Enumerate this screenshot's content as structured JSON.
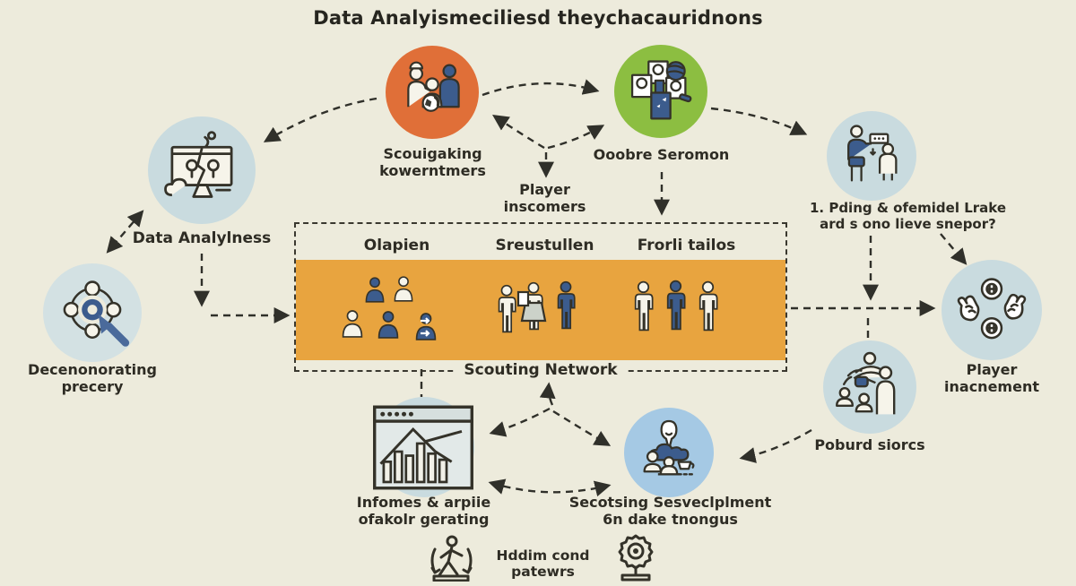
{
  "title": "Data Analyismeciliesd theychacauridnons",
  "nodes": {
    "data_analysis": {
      "label": "Data Analylness"
    },
    "targeting": {
      "line1": "Decenonorating",
      "line2": "precery"
    },
    "scouting_people": {
      "line1": "Scouigaking",
      "line2": "kowerntmers"
    },
    "observation": {
      "label": "Ooobre Seromon"
    },
    "player_inscomers": {
      "line1": "Player",
      "line2": "inscomers"
    },
    "coaching_note": {
      "line1": "1. Pding & ofemidel Lrake",
      "line2": "ard s ono lieve snepor?"
    },
    "player_engagement": {
      "line1": "Player",
      "line2": "inacnement"
    },
    "handoff": {
      "label": "Poburd siorcs"
    },
    "reports": {
      "line1": "Infomes & arpiie",
      "line2": "ofakolr gerating"
    },
    "development": {
      "line1": "Secotsing Sesveclplment",
      "line2": "6n dake tnongus"
    },
    "footer": {
      "label": "Hddim cond patewrs"
    }
  },
  "scouting_box": {
    "caption": "Scouting Network",
    "columns": [
      {
        "label": "Olapien"
      },
      {
        "label": "Sreustullen"
      },
      {
        "label": "Frorli tailos"
      }
    ]
  },
  "colors": {
    "background": "#edebdc",
    "ink": "#2e2c24",
    "accent_orange": "#e06f38",
    "accent_green": "#8cbe41",
    "accent_blue": "#3c5c8d",
    "band_orange": "#e8a43f",
    "soft_blue": "#c9dbdf",
    "sky_blue": "#a5c9e4"
  }
}
